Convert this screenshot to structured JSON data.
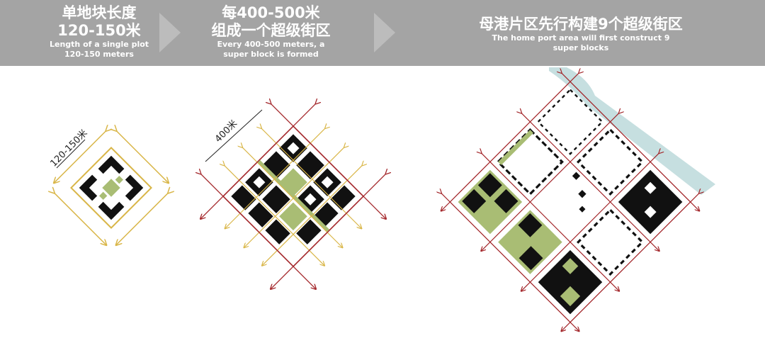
{
  "steps": [
    {
      "zh1": "单地块长度",
      "zh2": "120-150米",
      "en1": "Length of a single plot",
      "en2": "120-150 meters",
      "dim_label": "120-150米"
    },
    {
      "zh1": "每400-500米",
      "zh2": "组成一个超级街区",
      "en1": "Every 400-500 meters, a",
      "en2": "super block is formed",
      "dim_label": "400米"
    },
    {
      "zh1": "母港片区先行构建9个超级街区",
      "en1": "The home port area will first construct 9",
      "en2": "super blocks"
    }
  ],
  "colors": {
    "banner": "#a4a4a4",
    "road": "#a3262a",
    "plot": "#d9b648",
    "green": "#a9bd74",
    "building": "#111111",
    "water": "#c6dfe0"
  }
}
